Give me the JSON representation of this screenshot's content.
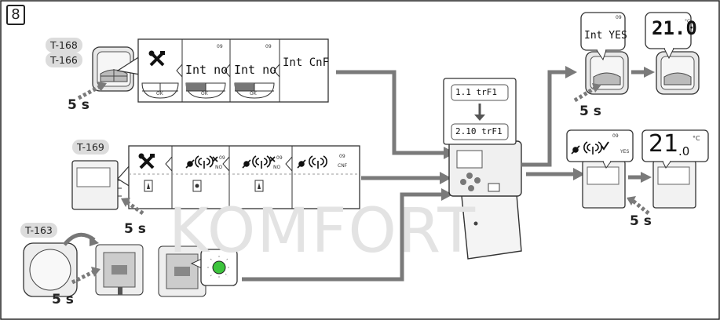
{
  "step_number": "8",
  "watermark": "KOMFORT",
  "models": {
    "a1": "T-168",
    "a2": "T-166",
    "b": "T-169",
    "c": "T-163"
  },
  "press_time": "5 s",
  "row1": {
    "screen2": {
      "text": "Int no",
      "icon": "09"
    },
    "screen3": {
      "text": "Int no",
      "icon": "09"
    },
    "screen4": {
      "text": "Int CnF"
    },
    "button_ok": "OK"
  },
  "row2": {
    "no_label": "NO",
    "cnf_label": "CNF",
    "icon_code": "09"
  },
  "controller": {
    "lcd_top": "1.1 trF1",
    "lcd_bottom": "2.10 trF1"
  },
  "result_top": {
    "bubble1": "Int YES",
    "bubble1_icon": "09",
    "bubble2": "21.0",
    "unit": "°C"
  },
  "result_bottom": {
    "yes_label": "YES",
    "icon_code": "09",
    "temp_main": "21",
    "temp_dec": ".0",
    "unit": "°C"
  },
  "colors": {
    "arrow": "#7a7a7a",
    "line": "#222222",
    "led": "#3cc43c",
    "label_bg": "#dcdcdc"
  }
}
